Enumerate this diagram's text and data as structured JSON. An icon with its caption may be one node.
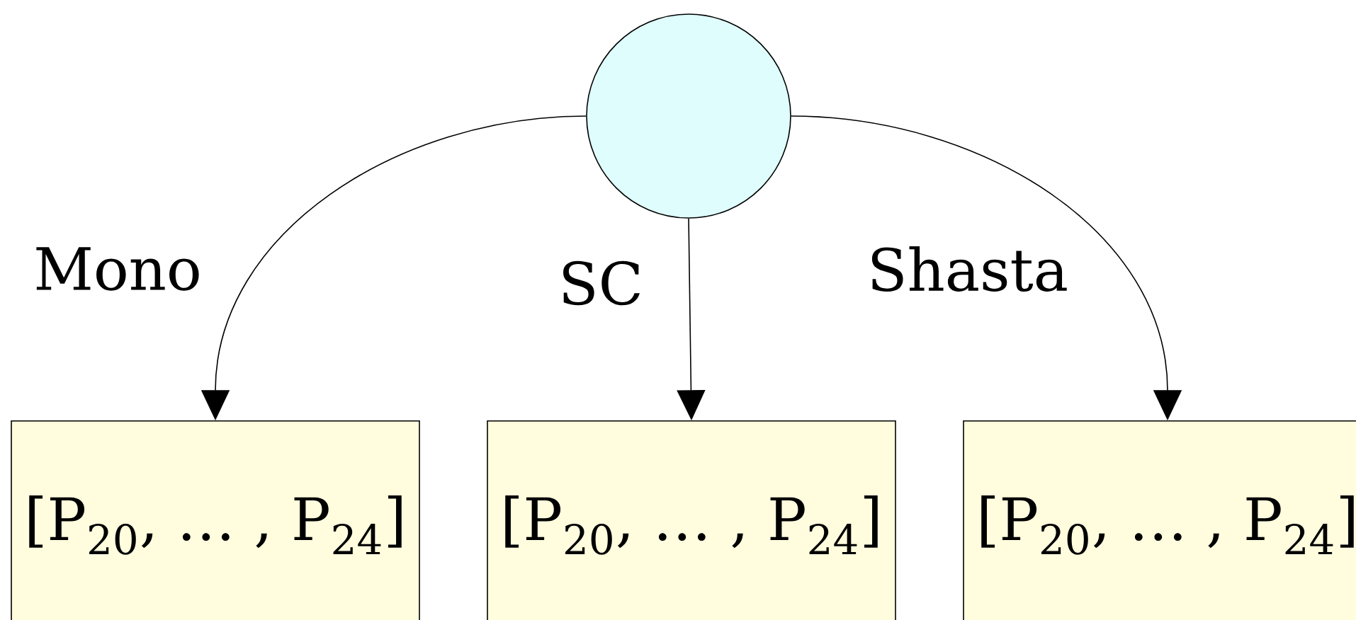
{
  "diagram": {
    "nodes": [
      {
        "text": [],
        "shape": "circle"
      },
      {
        "text": [
          "[P$_{20}$, … , P$_{24}$]"
        ]
      },
      {
        "text": [
          "[P$_{20}$, … , P$_{24}$]"
        ]
      },
      {
        "text": [
          "[P$_{20}$, … , P$_{24}$]"
        ]
      }
    ],
    "edges": [
      {
        "from": 0,
        "to": 1,
        "arrow": "to",
        "label": "Mono"
      },
      {
        "from": 0,
        "to": 2,
        "arrow": "to",
        "label": "SC"
      },
      {
        "from": 0,
        "to": 3,
        "arrow": "to",
        "label": "Shasta"
      }
    ]
  }
}
